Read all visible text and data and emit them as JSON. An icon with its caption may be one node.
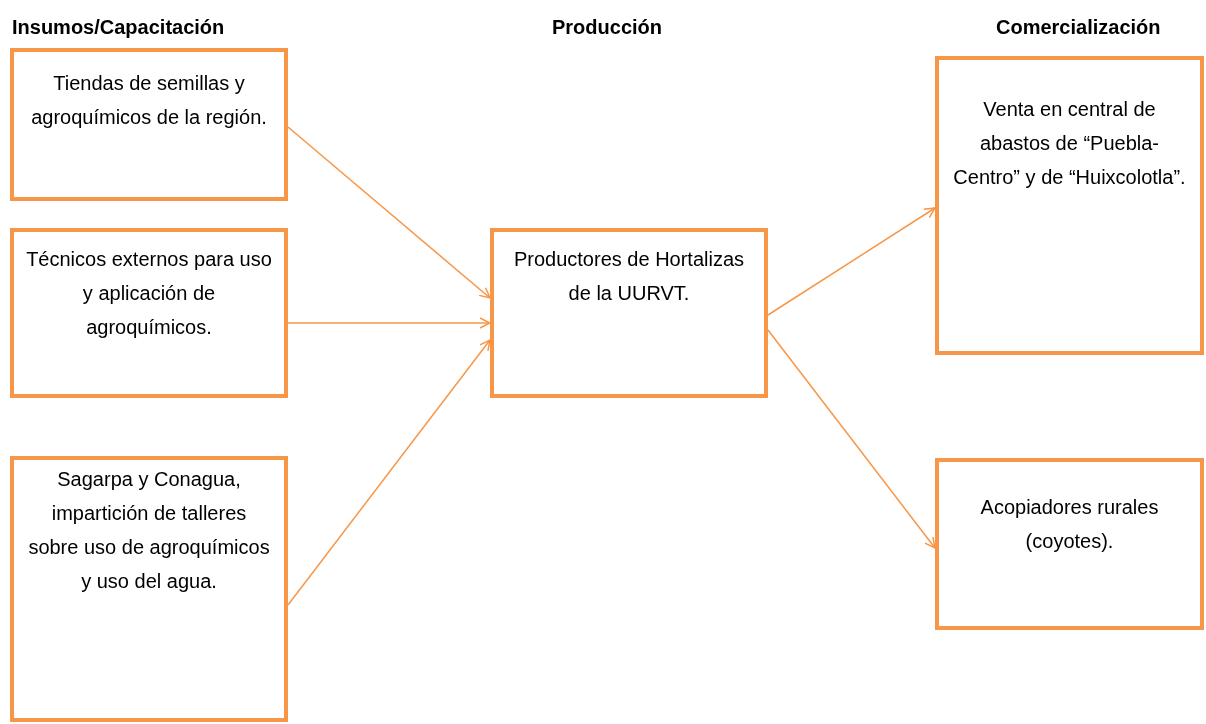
{
  "diagram": {
    "nodes": [
      {
        "text": [
          "Tiendas de semillas y agroquímicos de la región."
        ]
      },
      {
        "text": [
          "Técnicos externos para uso y aplicación de agroquímicos."
        ]
      },
      {
        "text": [
          "Sagarpa y Conagua, impartición de talleres sobre uso de agroquímicos y uso del agua."
        ]
      },
      {
        "text": [
          "Productores de Hortalizas de la UURVT."
        ]
      },
      {
        "text": [
          "Venta en central de abastos de “Puebla-Centro” y de “Huixcolotla”."
        ]
      },
      {
        "text": [
          "Acopiadores rurales (coyotes)."
        ]
      }
    ],
    "edges": [
      {
        "from": 0,
        "to": 3,
        "arrow": "to"
      },
      {
        "from": 1,
        "to": 3,
        "arrow": "to"
      },
      {
        "from": 2,
        "to": 3,
        "arrow": "to"
      },
      {
        "from": 3,
        "to": 4,
        "arrow": "to"
      },
      {
        "from": 3,
        "to": 5,
        "arrow": "to"
      }
    ],
    "labels": [
      "Insumos/Capacitación",
      "Producción",
      "Comercialización"
    ]
  }
}
